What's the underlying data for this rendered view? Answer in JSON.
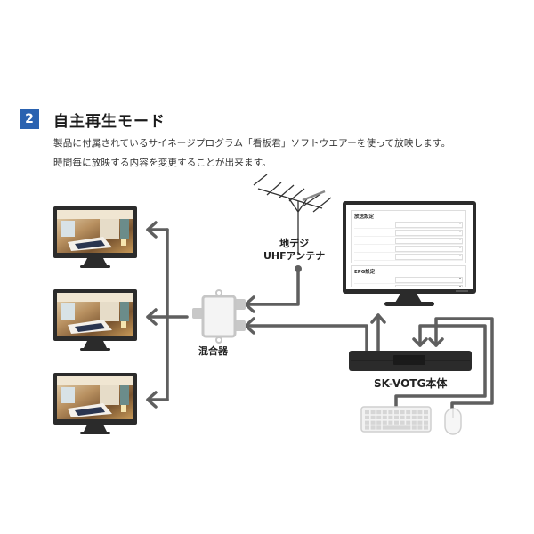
{
  "section": {
    "number": "2",
    "title": "自主再生モード",
    "description_lines": [
      "製品に付属されているサイネージプログラム「看板君」ソフトウエアーを使って放映します。",
      "時間毎に放映する内容を変更することが出来ます。"
    ]
  },
  "diagram": {
    "antenna_label_line1": "地デジ",
    "antenna_label_line2": "UHFアンテナ",
    "mixer_label": "混合器",
    "device_label": "SK-VOTG本体",
    "settings_screen": {
      "section1_heading": "放送設定",
      "section2_heading": "EPG設定"
    },
    "output_monitor_count": 3,
    "peripherals": [
      "keyboard-icon",
      "mouse-icon"
    ]
  },
  "colors": {
    "accent": "#2a62b0",
    "line": "#5f5f5f",
    "device": "#2b2b2b"
  }
}
